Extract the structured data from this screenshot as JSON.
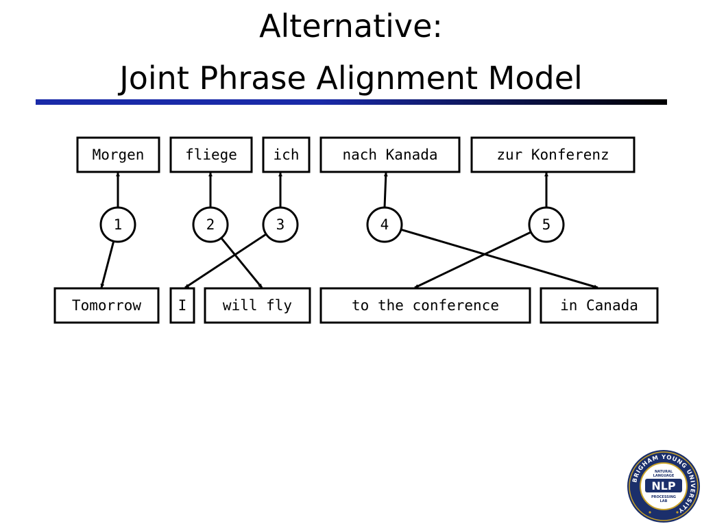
{
  "slide": {
    "title_line1": "Alternative:",
    "title_line2": "Joint Phrase Alignment Model"
  },
  "diagram": {
    "source_phrases": [
      "Morgen",
      "fliege",
      "ich",
      "nach Kanada",
      "zur Konferenz"
    ],
    "target_phrases": [
      "Tomorrow",
      "I",
      "will fly",
      "to the conference",
      "in Canada"
    ],
    "alignment_labels": [
      "1",
      "2",
      "3",
      "4",
      "5"
    ],
    "links": [
      {
        "label": "1",
        "source": "Morgen",
        "target": "Tomorrow"
      },
      {
        "label": "2",
        "source": "fliege",
        "target": "will fly"
      },
      {
        "label": "3",
        "source": "ich",
        "target": "I"
      },
      {
        "label": "4",
        "source": "nach Kanada",
        "target": "in Canada"
      },
      {
        "label": "5",
        "source": "zur Konferenz",
        "target": "to the conference"
      }
    ]
  },
  "logo": {
    "ring_text": "BRIGHAM YOUNG UNIVERSITY",
    "top_text_1": "NATURAL",
    "top_text_2": "LANGUAGE",
    "main_text": "NLP",
    "bottom_text_1": "PROCESSING",
    "bottom_text_2": "LAB",
    "navy": "#1b2f6b",
    "gold": "#c9a227"
  }
}
